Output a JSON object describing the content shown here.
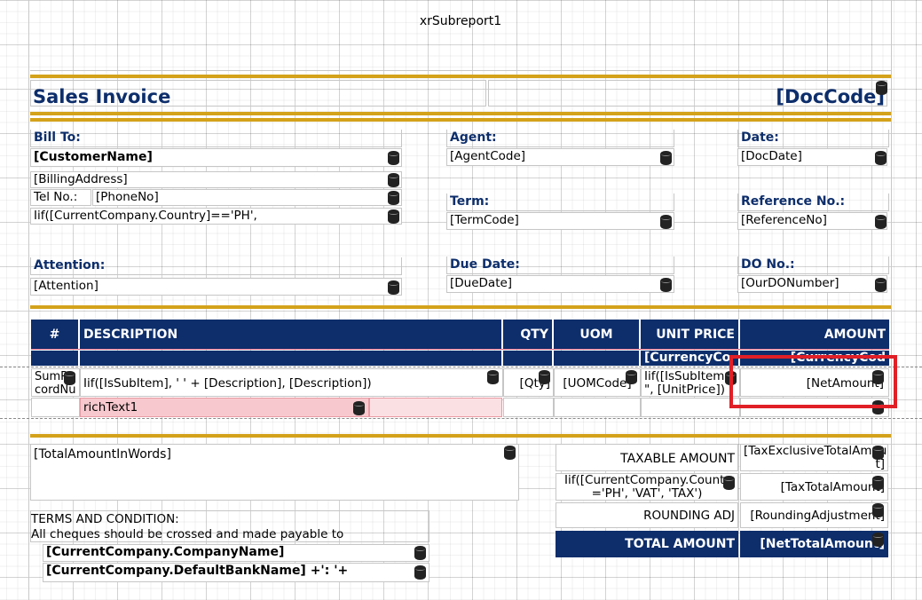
{
  "subreport": {
    "name": "xrSubreport1"
  },
  "header": {
    "title": "Sales Invoice",
    "doc_code": "[DocCode]"
  },
  "bill_to": {
    "label": "Bill To:",
    "customer_name": "[CustomerName]",
    "billing_address": "[BillingAddress]",
    "tel_label": "Tel No.:",
    "phone": "[PhoneNo]",
    "country_expr": "Iif([CurrentCompany.Country]=='PH',"
  },
  "attention": {
    "label": "Attention:",
    "value": "[Attention]"
  },
  "agent": {
    "label": "Agent:",
    "value": "[AgentCode]"
  },
  "term": {
    "label": "Term:",
    "value": "[TermCode]"
  },
  "due_date": {
    "label": "Due Date:",
    "value": "[DueDate]"
  },
  "date": {
    "label": "Date:",
    "value": "[DocDate]"
  },
  "reference": {
    "label": "Reference No.:",
    "value": "[ReferenceNo]"
  },
  "do_no": {
    "label": "DO No.:",
    "value": "[OurDONumber]"
  },
  "table": {
    "headers": [
      "#",
      "DESCRIPTION",
      "QTY",
      "UOM",
      "UNIT PRICE",
      "AMOUNT"
    ],
    "currency_unit_price": "[CurrencyCo",
    "currency_amount": "[CurrencyCod",
    "row": {
      "num": "SumR\ncordNu",
      "description": "Iif([IsSubItem], '   ' + [Description], [Description])",
      "qty": "[Qty]",
      "uom": "[UOMCode]",
      "unit_price": "Iif([IsSubItem\n\", [UnitPrice])",
      "amount": "[NetAmount]"
    },
    "rich_text": "richText1"
  },
  "totals": {
    "amount_in_words": "[TotalAmountInWords]",
    "taxable_label": "TAXABLE AMOUNT",
    "taxable_value": "[TaxExclusiveTotalAmou\nt]",
    "tax_label": "Iif([CurrentCompany.Countr\n='PH', 'VAT', 'TAX')",
    "tax_value": "[TaxTotalAmount]",
    "rounding_label": "ROUNDING ADJ",
    "rounding_value": "[RoundingAdjustment]",
    "total_label": "TOTAL AMOUNT",
    "total_value": "[NetTotalAmount]"
  },
  "terms": {
    "title": "TERMS AND CONDITION:",
    "text": "All cheques should be crossed and made payable to",
    "company_name": "[CurrentCompany.CompanyName]",
    "bank_expr": "[CurrentCompany.DefaultBankName] +': '+"
  },
  "colors": {
    "navy": "#0d2e6b",
    "gold": "#d4a21b",
    "selection": "#e01f26",
    "rich_text_bg": "#f7c9ce"
  }
}
